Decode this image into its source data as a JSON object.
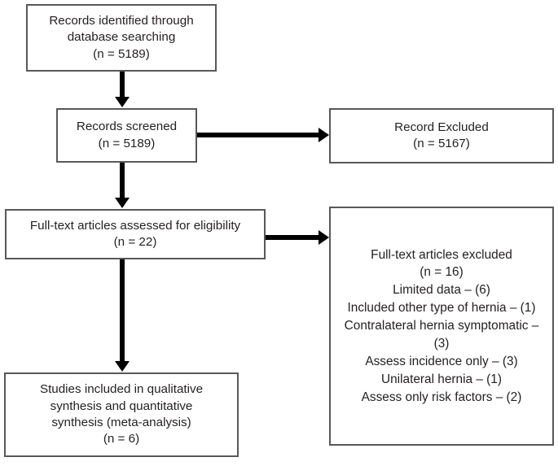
{
  "diagram": {
    "type": "prisma-flow-diagram",
    "colors": {
      "box_border": "#58585b",
      "arrow": "#000000",
      "text": "#231f20",
      "background": "#ffffff"
    },
    "nodes": {
      "identified": {
        "lines": [
          "Records identified through",
          "database searching",
          "(n = 5189)"
        ]
      },
      "screened": {
        "lines": [
          "Records screened",
          "(n = 5189)"
        ]
      },
      "record_excluded": {
        "lines": [
          "Record Excluded",
          "(n = 5167)"
        ]
      },
      "fulltext_assessed": {
        "lines": [
          "Full-text articles assessed for eligibility",
          "(n = 22)"
        ]
      },
      "fulltext_excluded": {
        "lines": [
          "Full-text articles excluded",
          "(n = 16)",
          "Limited data – (6)",
          "Included other type of hernia – (1)",
          "Contralateral hernia symptomatic – (3)",
          "Assess incidence only – (3)",
          "Unilateral hernia – (1)",
          "Assess only risk factors – (2)"
        ]
      },
      "included": {
        "lines": [
          "Studies included in qualitative",
          "synthesis and quantitative",
          "synthesis (meta-analysis)",
          "(n = 6)"
        ]
      }
    },
    "connectors": [
      {
        "name": "identified-to-screened",
        "direction": "down"
      },
      {
        "name": "screened-to-record-excluded",
        "direction": "right"
      },
      {
        "name": "screened-to-fulltext-assessed",
        "direction": "down"
      },
      {
        "name": "fulltext-assessed-to-excluded",
        "direction": "right"
      },
      {
        "name": "fulltext-assessed-to-included",
        "direction": "down"
      }
    ]
  }
}
